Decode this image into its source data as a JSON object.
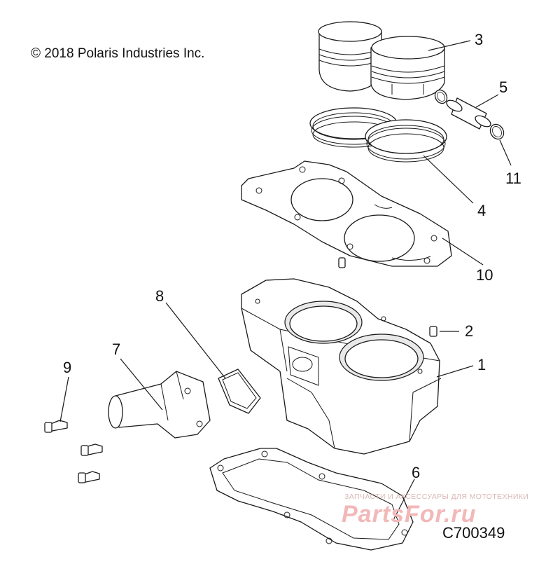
{
  "copyright": "© 2018 Polaris Industries Inc.",
  "diagram_id": "C700349",
  "watermark": {
    "tagline": "ЗАПЧАСТИ И АКСЕССУАРЫ ДЛЯ МОТОТЕХНИКИ",
    "logo": "PartsFor.ru"
  },
  "callouts": {
    "cylinder": "1",
    "dowel_pin": "2",
    "piston": "3",
    "piston_rings": "4",
    "wrist_pin": "5",
    "base_gasket": "6",
    "water_outlet": "7",
    "outlet_seal": "8",
    "bolt": "9",
    "head_gasket": "10",
    "circlip": "11"
  }
}
